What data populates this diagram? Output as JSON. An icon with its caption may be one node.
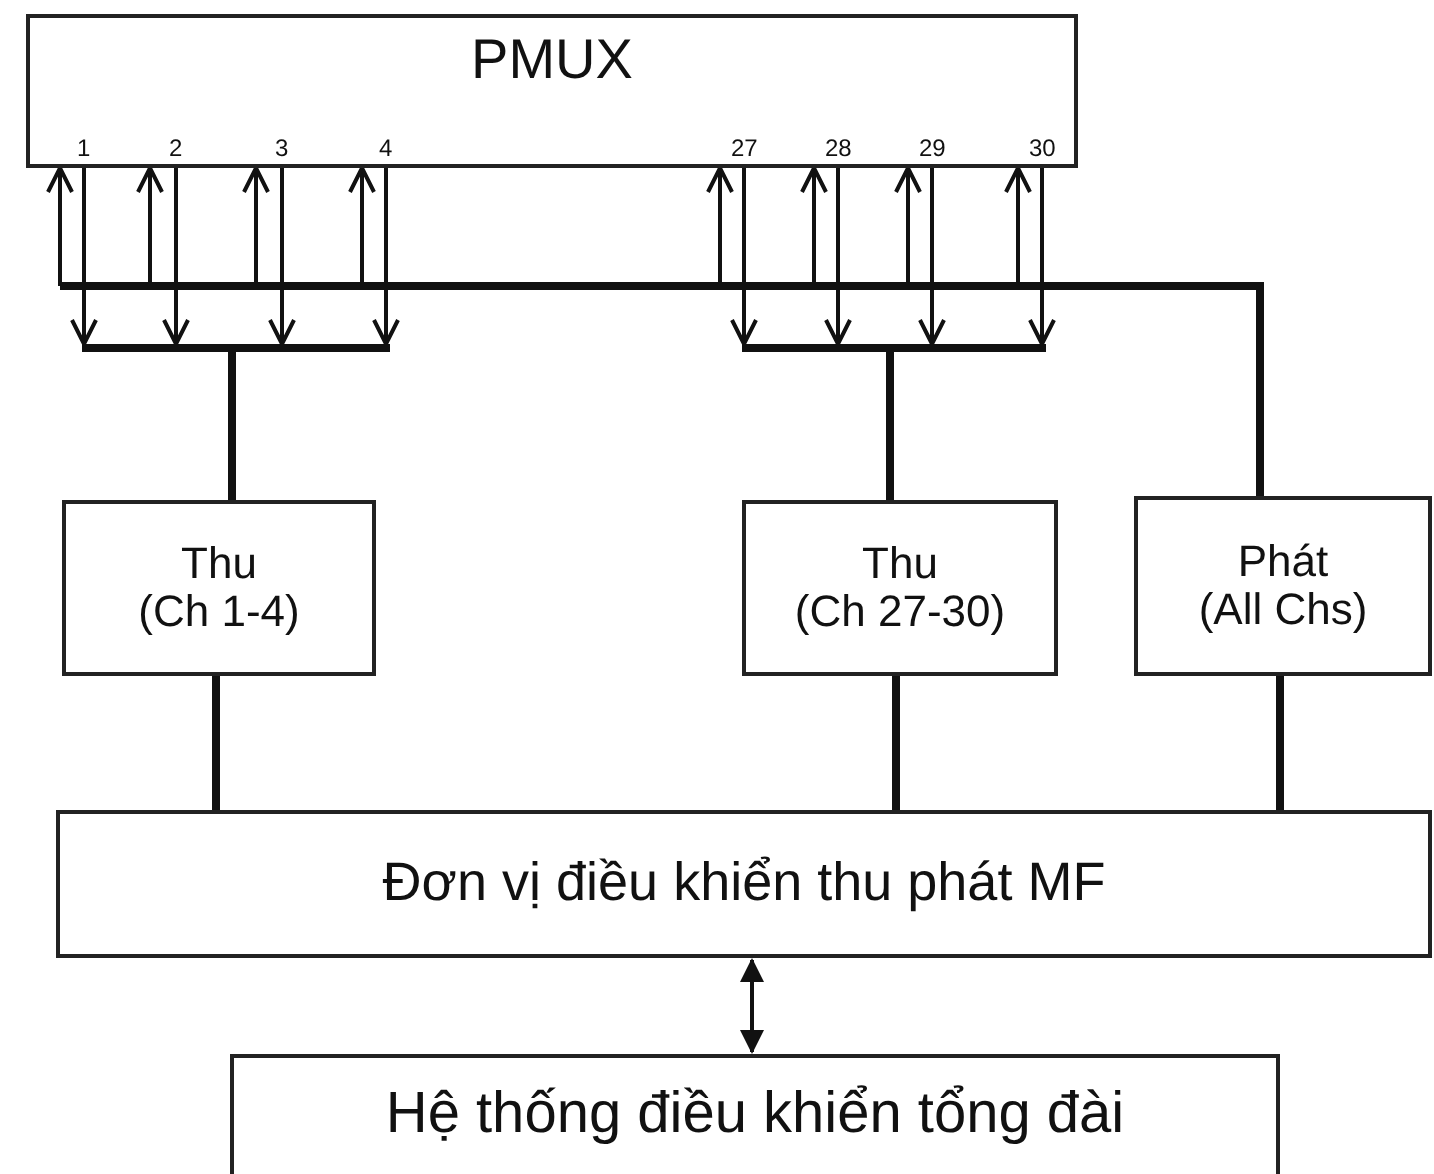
{
  "diagram": {
    "nodes": [
      {
        "text": [
          "PMUX"
        ]
      },
      {
        "text": [
          "Thu",
          "(Ch 1-4)"
        ]
      },
      {
        "text": [
          "Thu",
          "(Ch 27-30)"
        ]
      },
      {
        "text": [
          "Phát",
          "(All Chs)"
        ]
      },
      {
        "text": [
          "Đơn vị điều khiển thu phát MF"
        ]
      },
      {
        "text": [
          "Hệ thống điều khiển tổng đài"
        ]
      },
      {
        "text": [],
        "shape": "bar"
      },
      {
        "text": [],
        "shape": "bar"
      }
    ],
    "edges": [
      {
        "from": 3,
        "to": 0,
        "arrow": "to"
      },
      {
        "from": 0,
        "to": 6,
        "arrow": "to"
      },
      {
        "from": 6,
        "to": 1,
        "arrow": "none"
      },
      {
        "from": 0,
        "to": 7,
        "arrow": "to"
      },
      {
        "from": 7,
        "to": 2,
        "arrow": "none"
      },
      {
        "from": 1,
        "to": 4,
        "arrow": "none"
      },
      {
        "from": 2,
        "to": 4,
        "arrow": "none"
      },
      {
        "from": 3,
        "to": 4,
        "arrow": "none"
      },
      {
        "from": 4,
        "to": 5,
        "arrow": "both"
      }
    ],
    "labels": [
      "1",
      "2",
      "3",
      "4",
      "27",
      "28",
      "29",
      "30"
    ]
  }
}
